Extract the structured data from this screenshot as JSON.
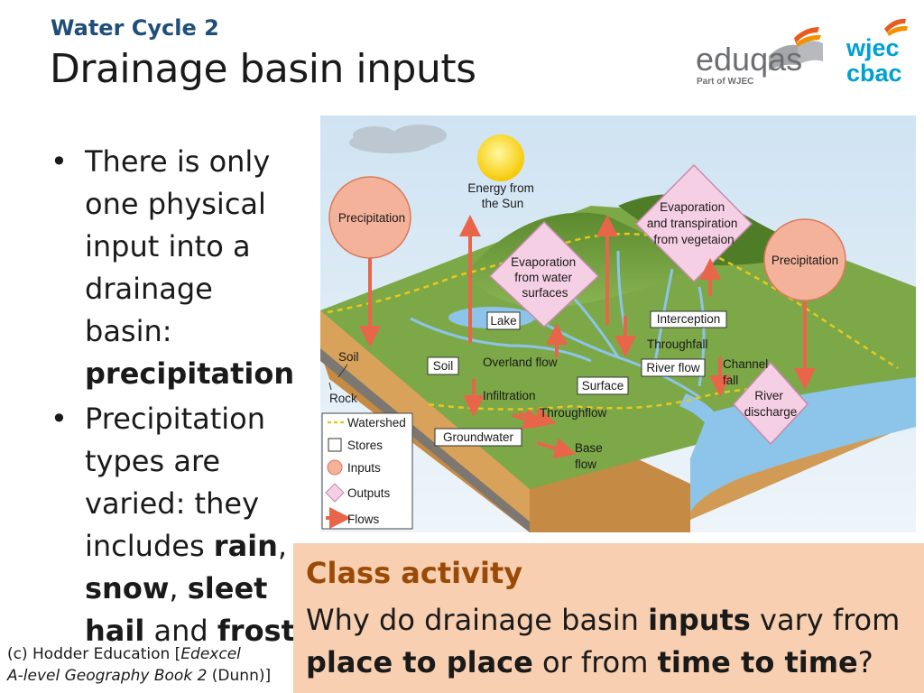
{
  "header": {
    "subtitle": "Water Cycle 2",
    "title": "Drainage basin inputs"
  },
  "logos": {
    "eduqas": {
      "name": "eduqas",
      "tagline": "Part of WJEC"
    },
    "wjec": {
      "line1": "wjec",
      "line2": "cbac"
    }
  },
  "bullets": [
    {
      "text": "There is only one physical input into a drainage basin: ",
      "bold": "precipitation"
    },
    {
      "parts": [
        {
          "t": "Precipitation types are varied: they includes ",
          "b": false
        },
        {
          "t": "rain",
          "b": true
        },
        {
          "t": ", ",
          "b": false
        },
        {
          "t": "snow",
          "b": true
        },
        {
          "t": ", ",
          "b": false
        },
        {
          "t": "sleet hail",
          "b": true
        },
        {
          "t": " and ",
          "b": false
        },
        {
          "t": "frost",
          "b": true
        }
      ]
    }
  ],
  "diagram": {
    "sun_label": [
      "Energy from",
      "the Sun"
    ],
    "inputs": [
      {
        "lines": [
          "Precipitation"
        ]
      },
      {
        "lines": [
          "Precipitation"
        ]
      }
    ],
    "outputs": [
      {
        "lines": [
          "Evaporation",
          "from water",
          "surfaces"
        ]
      },
      {
        "lines": [
          "Evaporation",
          "and transpiration",
          "from vegetaion"
        ]
      },
      {
        "lines": [
          "River",
          "discharge"
        ]
      }
    ],
    "stores": [
      "Lake",
      "Soil",
      "Interception",
      "River flow",
      "Surface",
      "Groundwater"
    ],
    "flows": {
      "throughfall_top": "Throughfall",
      "overland": "Overland flow",
      "infiltration": "Infiltration",
      "throughflow": "Throughflow",
      "base_flow": [
        "Base",
        "flow"
      ],
      "channel_fall": [
        "Channel",
        "fall"
      ]
    },
    "strata": {
      "soil": "Soil",
      "rock": "Rock"
    },
    "legend": [
      "Watershed",
      "Stores",
      "Inputs",
      "Outputs",
      "Flows"
    ],
    "colors": {
      "input_fill": "#f4b29b",
      "output_fill": "#f5cfe3",
      "flow_arrow": "#e8654a",
      "watershed": "#e8c81e",
      "water": "#8cc4ea",
      "land": "#6f9d3c"
    }
  },
  "activity": {
    "heading": "Class activity",
    "question_parts": [
      {
        "t": "Why do drainage basin ",
        "b": false
      },
      {
        "t": "inputs",
        "b": true
      },
      {
        "t": " vary from ",
        "b": false
      },
      {
        "t": "place to place",
        "b": true
      },
      {
        "t": " or from ",
        "b": false
      },
      {
        "t": "time to time",
        "b": true
      },
      {
        "t": "?",
        "b": false
      }
    ]
  },
  "credit": {
    "line1_prefix": "(c) Hodder Education [",
    "line1_italic": "Edexcel",
    "line2_italic": "A-level Geography Book 2",
    "line2_suffix": " (Dunn)]"
  }
}
